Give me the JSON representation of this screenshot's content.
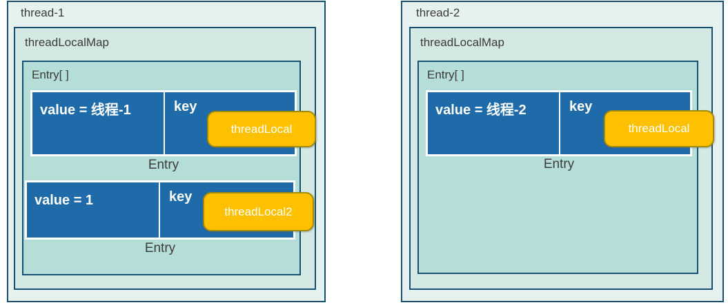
{
  "threads": [
    {
      "title": "thread-1",
      "map_label": "threadLocalMap",
      "array_label": "Entry[ ]",
      "entries": [
        {
          "value_text": "value = 线程-1",
          "key_label": "key",
          "badge_label": "threadLocal",
          "caption": "Entry"
        },
        {
          "value_text": "value = 1",
          "key_label": "key",
          "badge_label": "threadLocal2",
          "caption": "Entry"
        }
      ]
    },
    {
      "title": "thread-2",
      "map_label": "threadLocalMap",
      "array_label": "Entry[ ]",
      "entries": [
        {
          "value_text": "value = 线程-2",
          "key_label": "key",
          "badge_label": "threadLocal",
          "caption": "Entry"
        }
      ]
    }
  ],
  "colors": {
    "outer_fill": "#e6f2ef",
    "map_fill": "#d4e9e4",
    "array_fill": "#b5ded9",
    "entry_cell_fill": "#1f6aa8",
    "box_border": "#164f71",
    "badge_fill": "#ffc000",
    "badge_border": "#a38b00",
    "badge_text": "#ffffff",
    "label_text": "#3a3a3a"
  }
}
